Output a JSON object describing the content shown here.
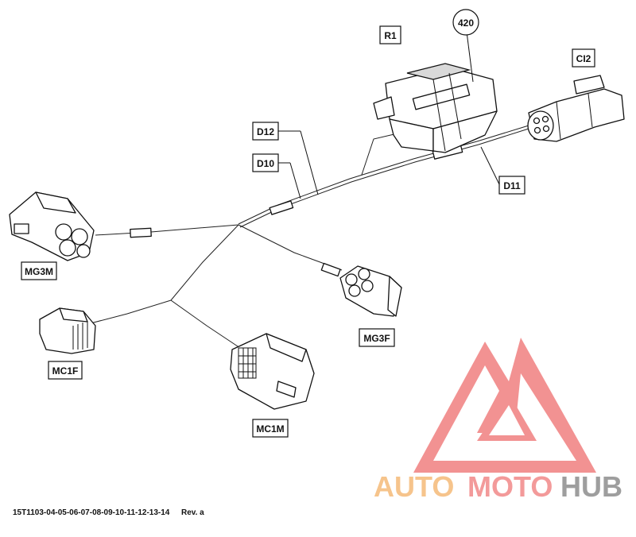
{
  "labels": {
    "r1": "R1",
    "ref420": "420",
    "ci2": "CI2",
    "d12": "D12",
    "d10": "D10",
    "d11": "D11",
    "mg3m": "MG3M",
    "mg3f": "MG3F",
    "mc1f": "MC1F",
    "mc1m": "MC1M"
  },
  "footer": {
    "drawing_number": "15T1103-04-05-06-07-08-09-10-11-12-13-14",
    "revision": "Rev. a"
  },
  "watermark": {
    "part1": "AUTO",
    "part2": "MOTO",
    "part3": "HUB",
    "colors": {
      "auto": "#f6c48c",
      "moto": "#f39a9a",
      "hub": "#9e9e9e",
      "logo": "#f08080"
    }
  }
}
